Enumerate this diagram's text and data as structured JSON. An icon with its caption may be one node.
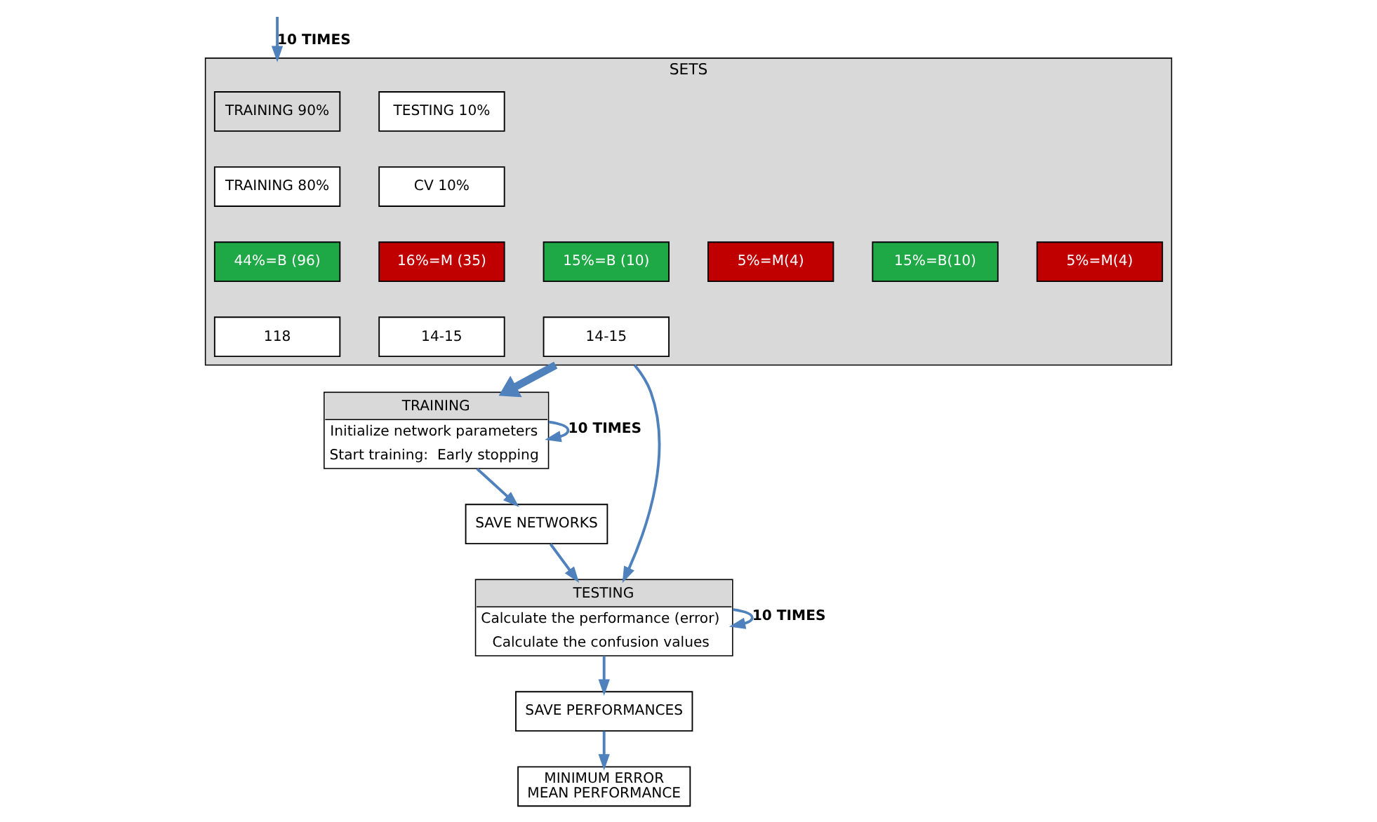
{
  "diagram": {
    "nodes": [
      {
        "text": [
          "SETS"
        ]
      },
      {
        "text": [
          "TRAINING 90%"
        ],
        "in": 0
      },
      {
        "text": [
          "TRAINING 80%"
        ],
        "in": 0
      },
      {
        "text": [
          "44%=B (96)"
        ],
        "in": 0
      },
      {
        "text": [
          "16%=M (35)"
        ],
        "in": 0
      },
      {
        "text": [
          "118"
        ],
        "in": 0
      },
      {
        "text": [
          "CV 10%"
        ],
        "in": 0
      },
      {
        "text": [
          "15%=B (10)"
        ],
        "in": 0
      },
      {
        "text": [
          "5%=M(4)"
        ],
        "in": 0
      },
      {
        "text": [
          "14-15"
        ],
        "in": 0
      },
      {
        "text": [
          "TESTING 10%"
        ],
        "in": 0
      },
      {
        "text": [
          "15%=B(10)"
        ],
        "in": 0
      },
      {
        "text": [
          "5%=M(4)"
        ],
        "in": 0
      },
      {
        "text": [
          "14-15"
        ],
        "in": 0
      },
      {
        "text": [
          "TRAINING",
          "Initialize network parameters",
          "Start training:  Early stopping"
        ]
      },
      {
        "text": [
          "TESTING",
          "Calculate the performance (error)",
          "Calculate the confusion values"
        ]
      },
      {
        "text": [
          "SAVE NETWORKS"
        ]
      },
      {
        "text": [
          "SAVE PERFORMANCES"
        ]
      },
      {
        "text": [
          "MINIMUM ERROR",
          "MEAN PERFORMANCE"
        ]
      }
    ],
    "edges": [
      {
        "from": null,
        "to": 0,
        "arrow": "to",
        "label": "10 TIMES"
      },
      {
        "from": 0,
        "to": 14,
        "arrow": "to",
        "style": "thick"
      },
      {
        "from": 0,
        "to": 15,
        "arrow": "to"
      },
      {
        "from": 14,
        "to": 14,
        "arrow": "to",
        "label": "10 TIMES"
      },
      {
        "from": 14,
        "to": 16,
        "arrow": "to"
      },
      {
        "from": 16,
        "to": 15,
        "arrow": "to"
      },
      {
        "from": 15,
        "to": 15,
        "arrow": "to",
        "label": "10 TIMES"
      },
      {
        "from": 15,
        "to": 17,
        "arrow": "to"
      },
      {
        "from": 17,
        "to": 18,
        "arrow": "to"
      }
    ]
  }
}
